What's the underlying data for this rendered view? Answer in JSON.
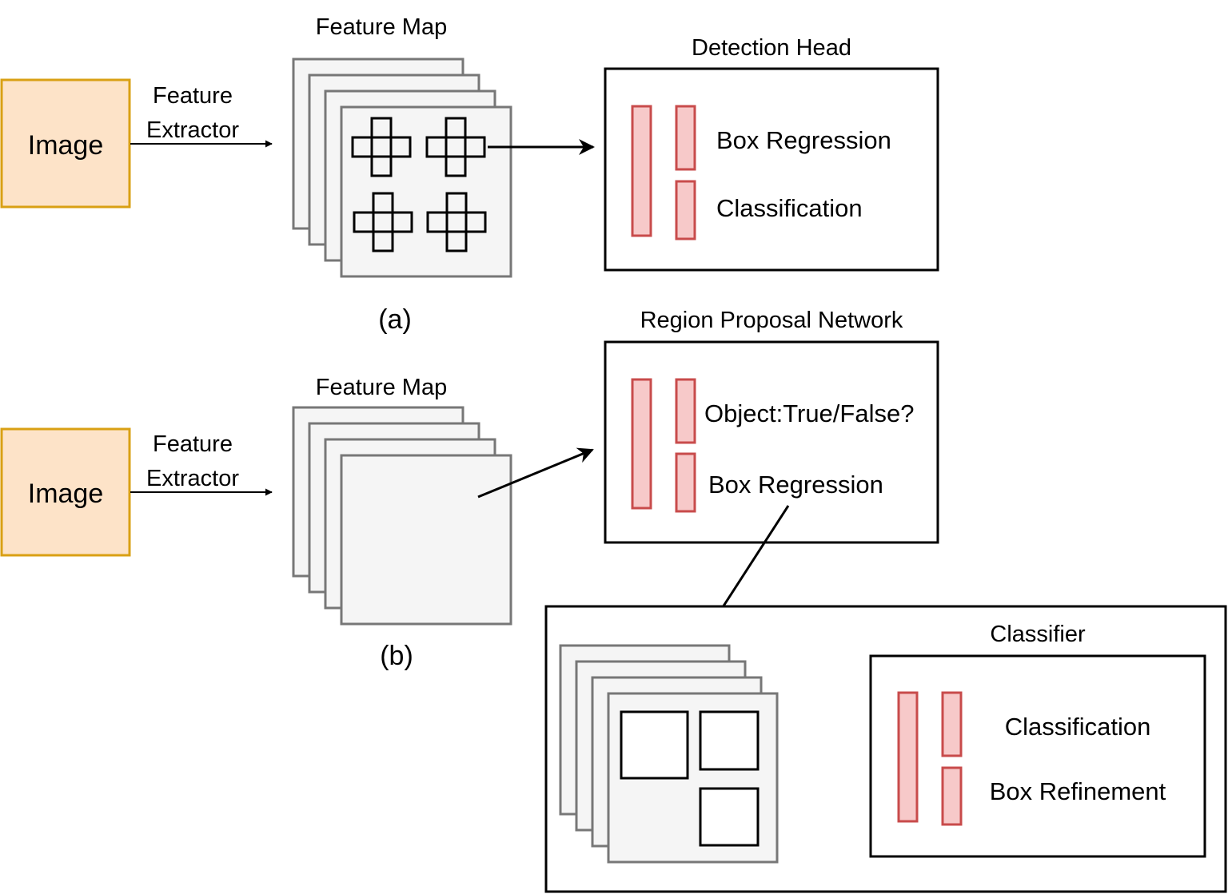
{
  "colors": {
    "image_fill": "#fde3c8",
    "image_stroke": "#d9a014",
    "sheet_fill": "#f5f5f5",
    "sheet_stroke": "#777777",
    "bar_fill": "#f7c9c9",
    "bar_stroke": "#c84b4b",
    "line": "#000000"
  },
  "panel_a": {
    "caption": "(a)",
    "image_label": "Image",
    "extractor_line1": "Feature",
    "extractor_line2": "Extractor",
    "feature_map_title": "Feature Map",
    "head_title": "Detection Head",
    "head_label1": "Box Regression",
    "head_label2": "Classification"
  },
  "panel_b": {
    "caption": "(b)",
    "image_label": "Image",
    "extractor_line1": "Feature",
    "extractor_line2": "Extractor",
    "feature_map_title": "Feature Map",
    "rpn_title": "Region Proposal Network",
    "rpn_label1": "Object:True/False?",
    "rpn_label2": "Box Regression",
    "classifier_title": "Classifier",
    "classifier_label1": "Classification",
    "classifier_label2": "Box Refinement"
  }
}
